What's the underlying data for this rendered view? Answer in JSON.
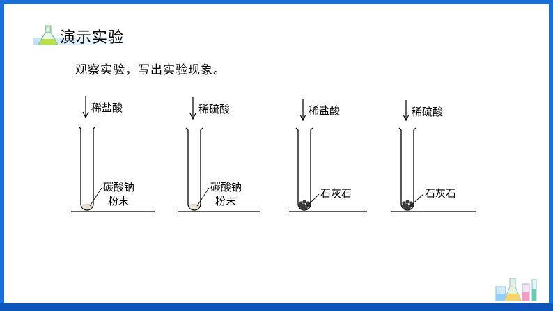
{
  "section_title": "演示实验",
  "instruction": "观察实验，写出实验现象。",
  "setups": [
    {
      "acid": "稀盐酸",
      "solid_line1": "碳酸钠",
      "solid_line2": "粉末",
      "solid_type": "powder"
    },
    {
      "acid": "稀硫酸",
      "solid_line1": "碳酸钠",
      "solid_line2": "粉末",
      "solid_type": "powder"
    },
    {
      "acid": "稀盐酸",
      "solid_line1": "石灰石",
      "solid_line2": "",
      "solid_type": "lumps"
    },
    {
      "acid": "稀硫酸",
      "solid_line1": "石灰石",
      "solid_line2": "",
      "solid_type": "lumps"
    }
  ],
  "colors": {
    "frame": "#1b6fd8",
    "frame_bottom": "#0d55b8",
    "powder": "#e8e4da",
    "lumps": "#3a3a3a"
  },
  "icons": {
    "title_icon": "flask-icon",
    "corner_icon": "lab-glassware-icon"
  }
}
